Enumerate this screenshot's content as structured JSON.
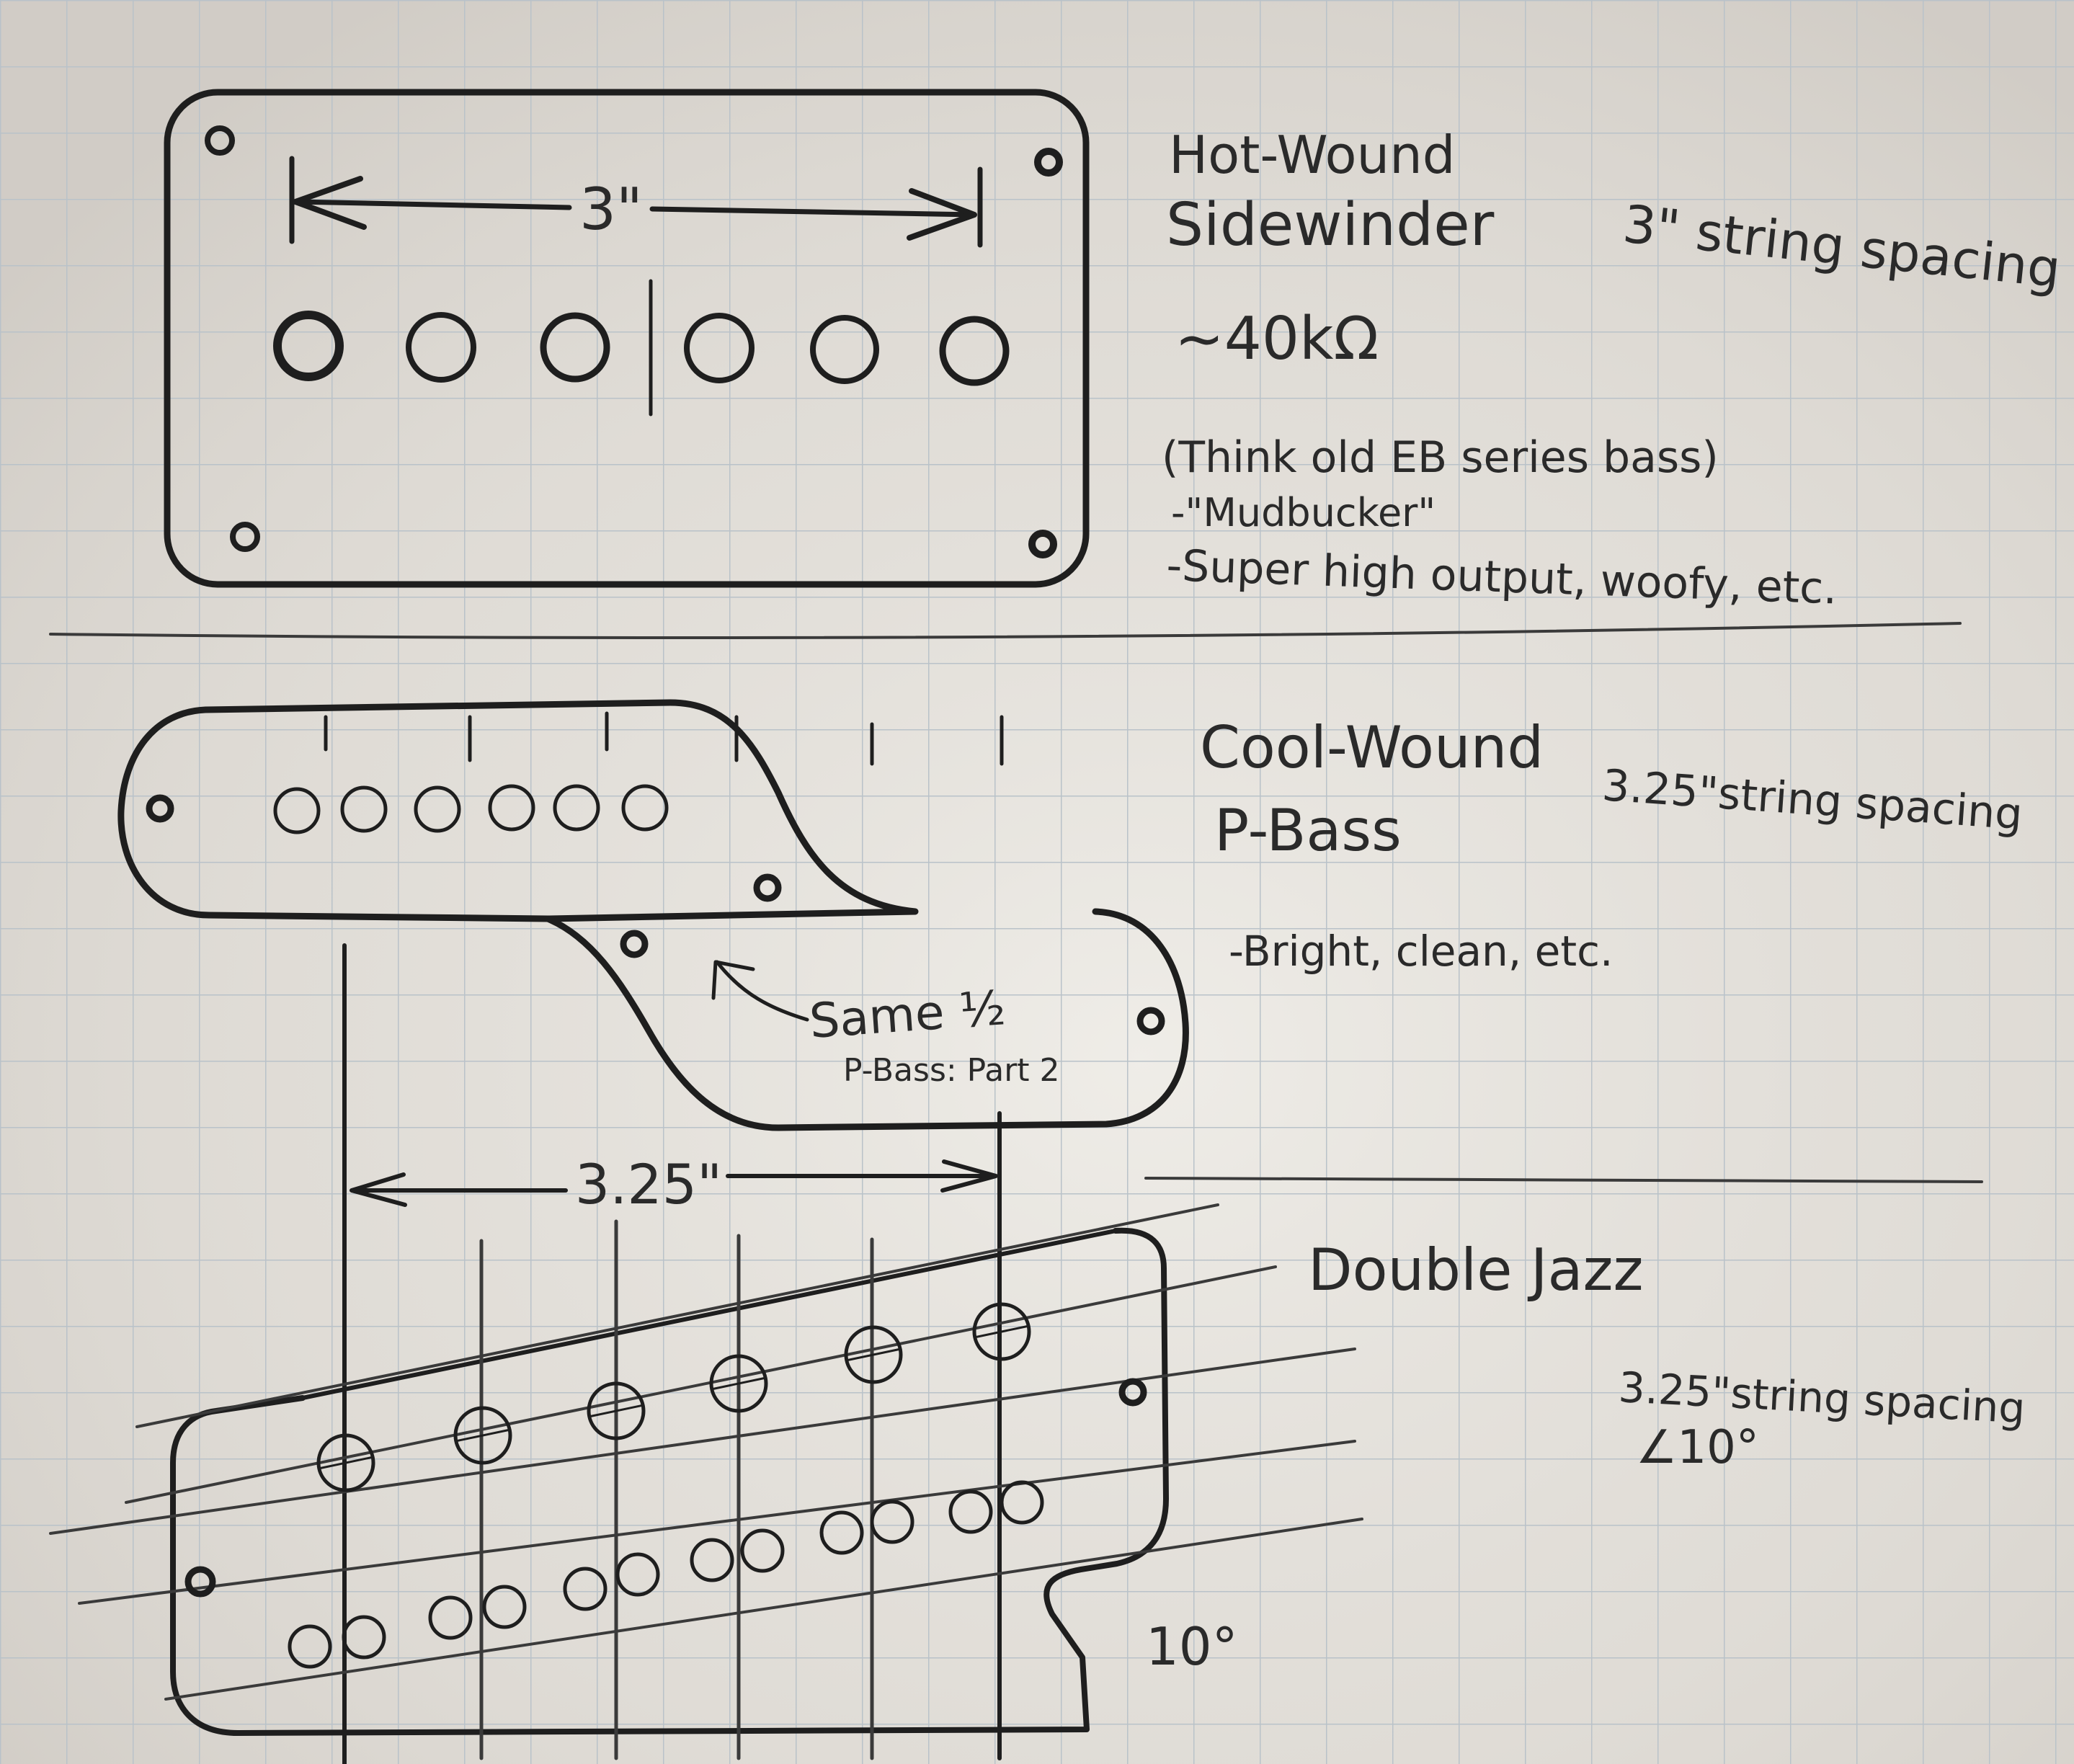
{
  "colors": {
    "paper": "#ddd9d3",
    "grid": "#b9c2c9",
    "ink": "#1e1e1e",
    "pencil": "#3a3a3a"
  },
  "sidewinder": {
    "dim_label": "3\"",
    "title_line1": "Hot-Wound",
    "title_line2": "Sidewinder",
    "spacing": "3\" string spacing",
    "resistance": "~40kΩ",
    "note1": "(Think old EB series bass)",
    "note2": "-\"Mudbucker\"",
    "note3": "-Super high output, woofy, etc."
  },
  "pbass": {
    "title_line1": "Cool-Wound",
    "title_line2": "P-Bass",
    "spacing": "3.25\"string spacing",
    "note1": "-Bright, clean, etc.",
    "arrow_label": "Same ½",
    "part_label": "P-Bass: Part 2"
  },
  "jazz": {
    "dim_label": "3.25\"",
    "title": "Double Jazz",
    "spacing": "3.25\"string spacing",
    "angle_label": "∠10°",
    "angle_mark": "10°"
  }
}
